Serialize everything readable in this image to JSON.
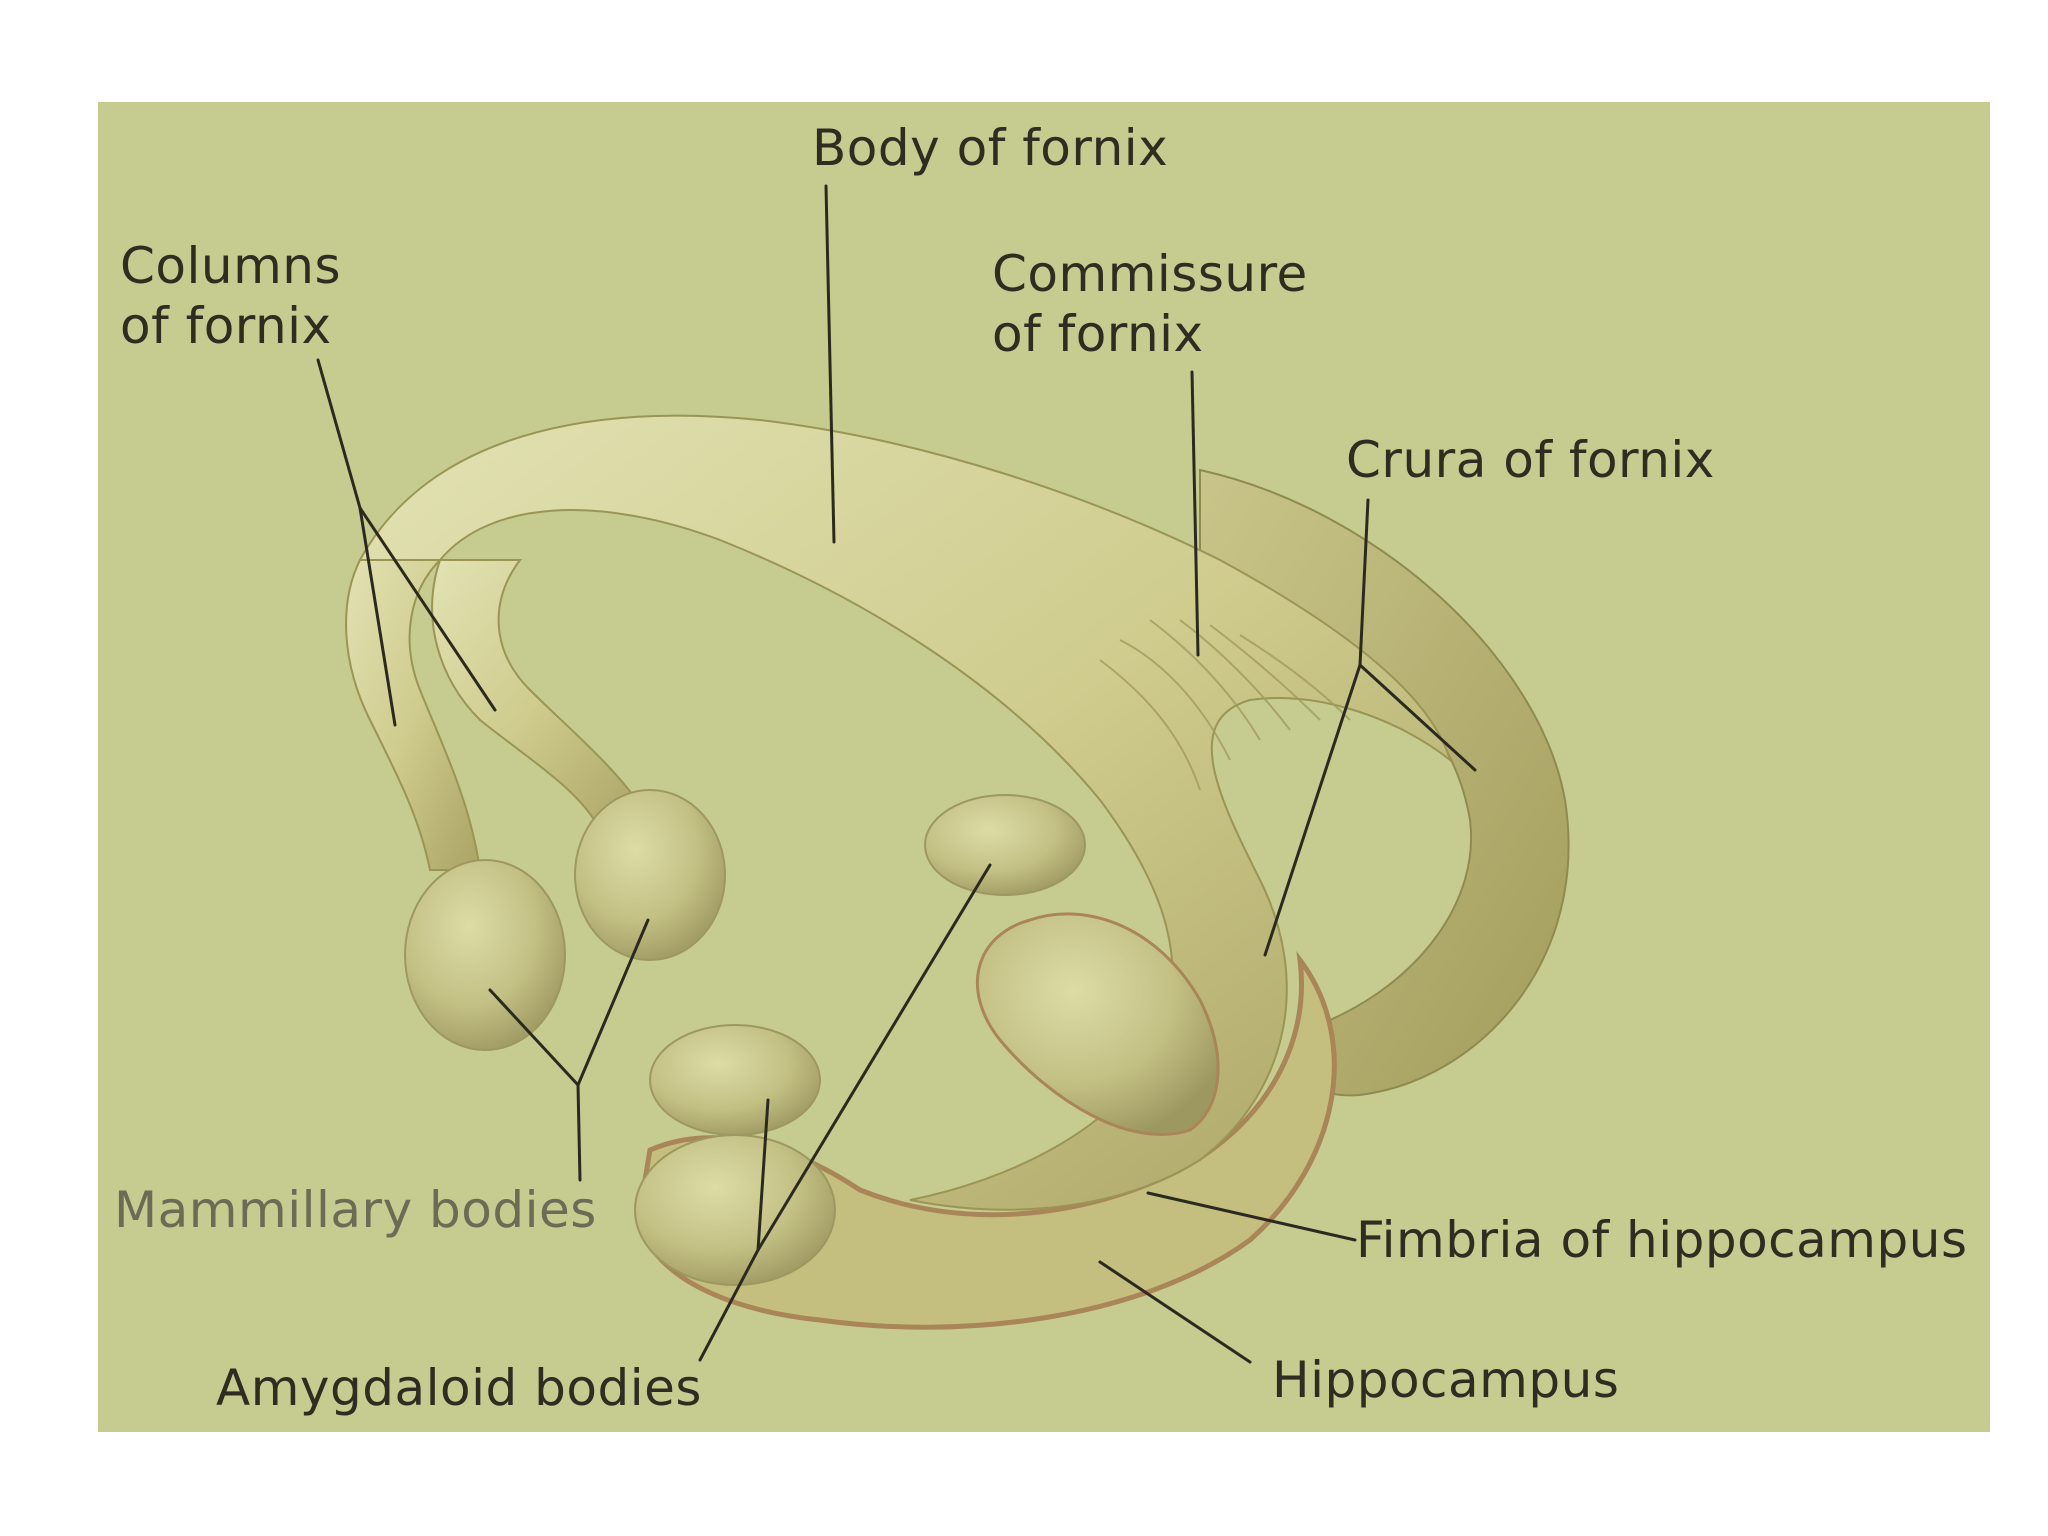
{
  "labels": {
    "body_of_fornix": "Body of fornix",
    "columns_of_fornix_line1": "Columns",
    "columns_of_fornix_line2": "of fornix",
    "commissure_of_fornix_line1": "Commissure",
    "commissure_of_fornix_line2": "of fornix",
    "crura_of_fornix": "Crura of fornix",
    "mammillary_bodies": "Mammillary bodies",
    "fimbria_of_hippocampus": "Fimbria of hippocampus",
    "amygdaloid_bodies": "Amygdaloid bodies",
    "hippocampus": "Hippocampus"
  },
  "colors": {
    "background": "#c6cc90",
    "structure_light": "#dcdca8",
    "structure_mid": "#c9c583",
    "structure_shadow": "#9a9555",
    "hippocampus_edge": "#a98558",
    "leader_lines": "#2c2a20"
  }
}
